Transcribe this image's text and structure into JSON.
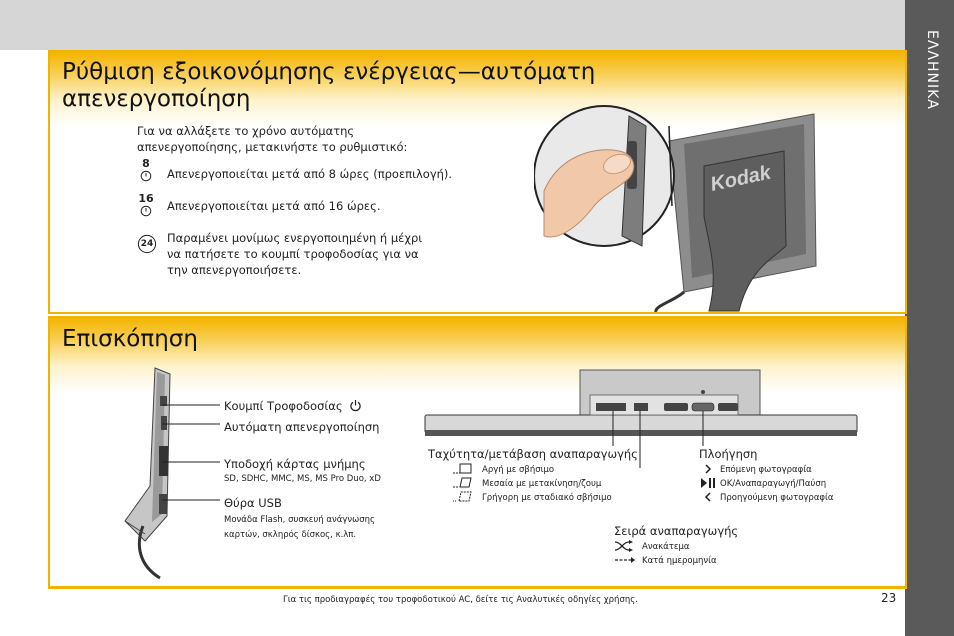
{
  "side_tab": "ΕΛΛΗΝΙΚΑ",
  "section1": {
    "title_line1": "Ρύθμιση εξοικονόμησης ενέργειας—αυτόματη",
    "title_line2": "απενεργοποίηση",
    "intro_line1": "Για να αλλάξετε το χρόνο αυτόματης",
    "intro_line2": "απενεργοποίησης, μετακινήστε το ρυθμιστικό:",
    "options": [
      {
        "icon_label": "8",
        "text": "Απενεργοποιείται μετά από 8 ώρες (προεπιλογή)."
      },
      {
        "icon_label": "16",
        "text": "Απενεργοποιείται μετά από 16 ώρες."
      },
      {
        "icon_label": "24",
        "line1": "Παραμένει μονίμως ενεργοποιημένη ή μέχρι",
        "line2": "να πατήσετε το κουμπί τροφοδοσίας για να",
        "line3": "την απενεργοποιήσετε."
      }
    ],
    "illustration_logo": "Kodak"
  },
  "section2": {
    "title": "Επισκόπηση",
    "left_labels": {
      "power": "Κουμπί Τροφοδοσίας",
      "auto_off": "Αυτόματη απενεργοποίηση",
      "card_slot": "Υποδοχή κάρτας μνήμης",
      "card_types": "SD, SDHC, MMC, MS, MS Pro Duo, xD",
      "usb": "Θύρα USB",
      "usb_desc1": "Μονάδα Flash, συσκευή ανάγνωσης",
      "usb_desc2": "καρτών, σκληρός δίσκος, κ.λπ."
    },
    "speed": {
      "title": "Ταχύτητα/μετάβαση αναπαραγωγής",
      "items": [
        "Αργή με σβήσιμο",
        "Μεσαία με μετακίνηση/ζουμ",
        "Γρήγορη με σταδιακό σβήσιμο"
      ]
    },
    "navigation": {
      "title": "Πλοήγηση",
      "items": [
        "Επόμενη φωτογραφία",
        "OK/Αναπαραγωγή/Παύση",
        "Προηγούμενη φωτογραφία"
      ]
    },
    "order": {
      "title": "Σειρά αναπαραγωγής",
      "items": [
        "Ανακάτεμα",
        "Κατά ημερομηνία"
      ]
    }
  },
  "footer_note": "Για τις προδιαγραφές του τροφοδοτικού AC, δείτε τις Αναλυτικές οδηγίες χρήσης.",
  "page_number": "23",
  "colors": {
    "accent": "#f0b400",
    "side_tab": "#5a5a5a",
    "top_band": "#d6d6d6"
  }
}
